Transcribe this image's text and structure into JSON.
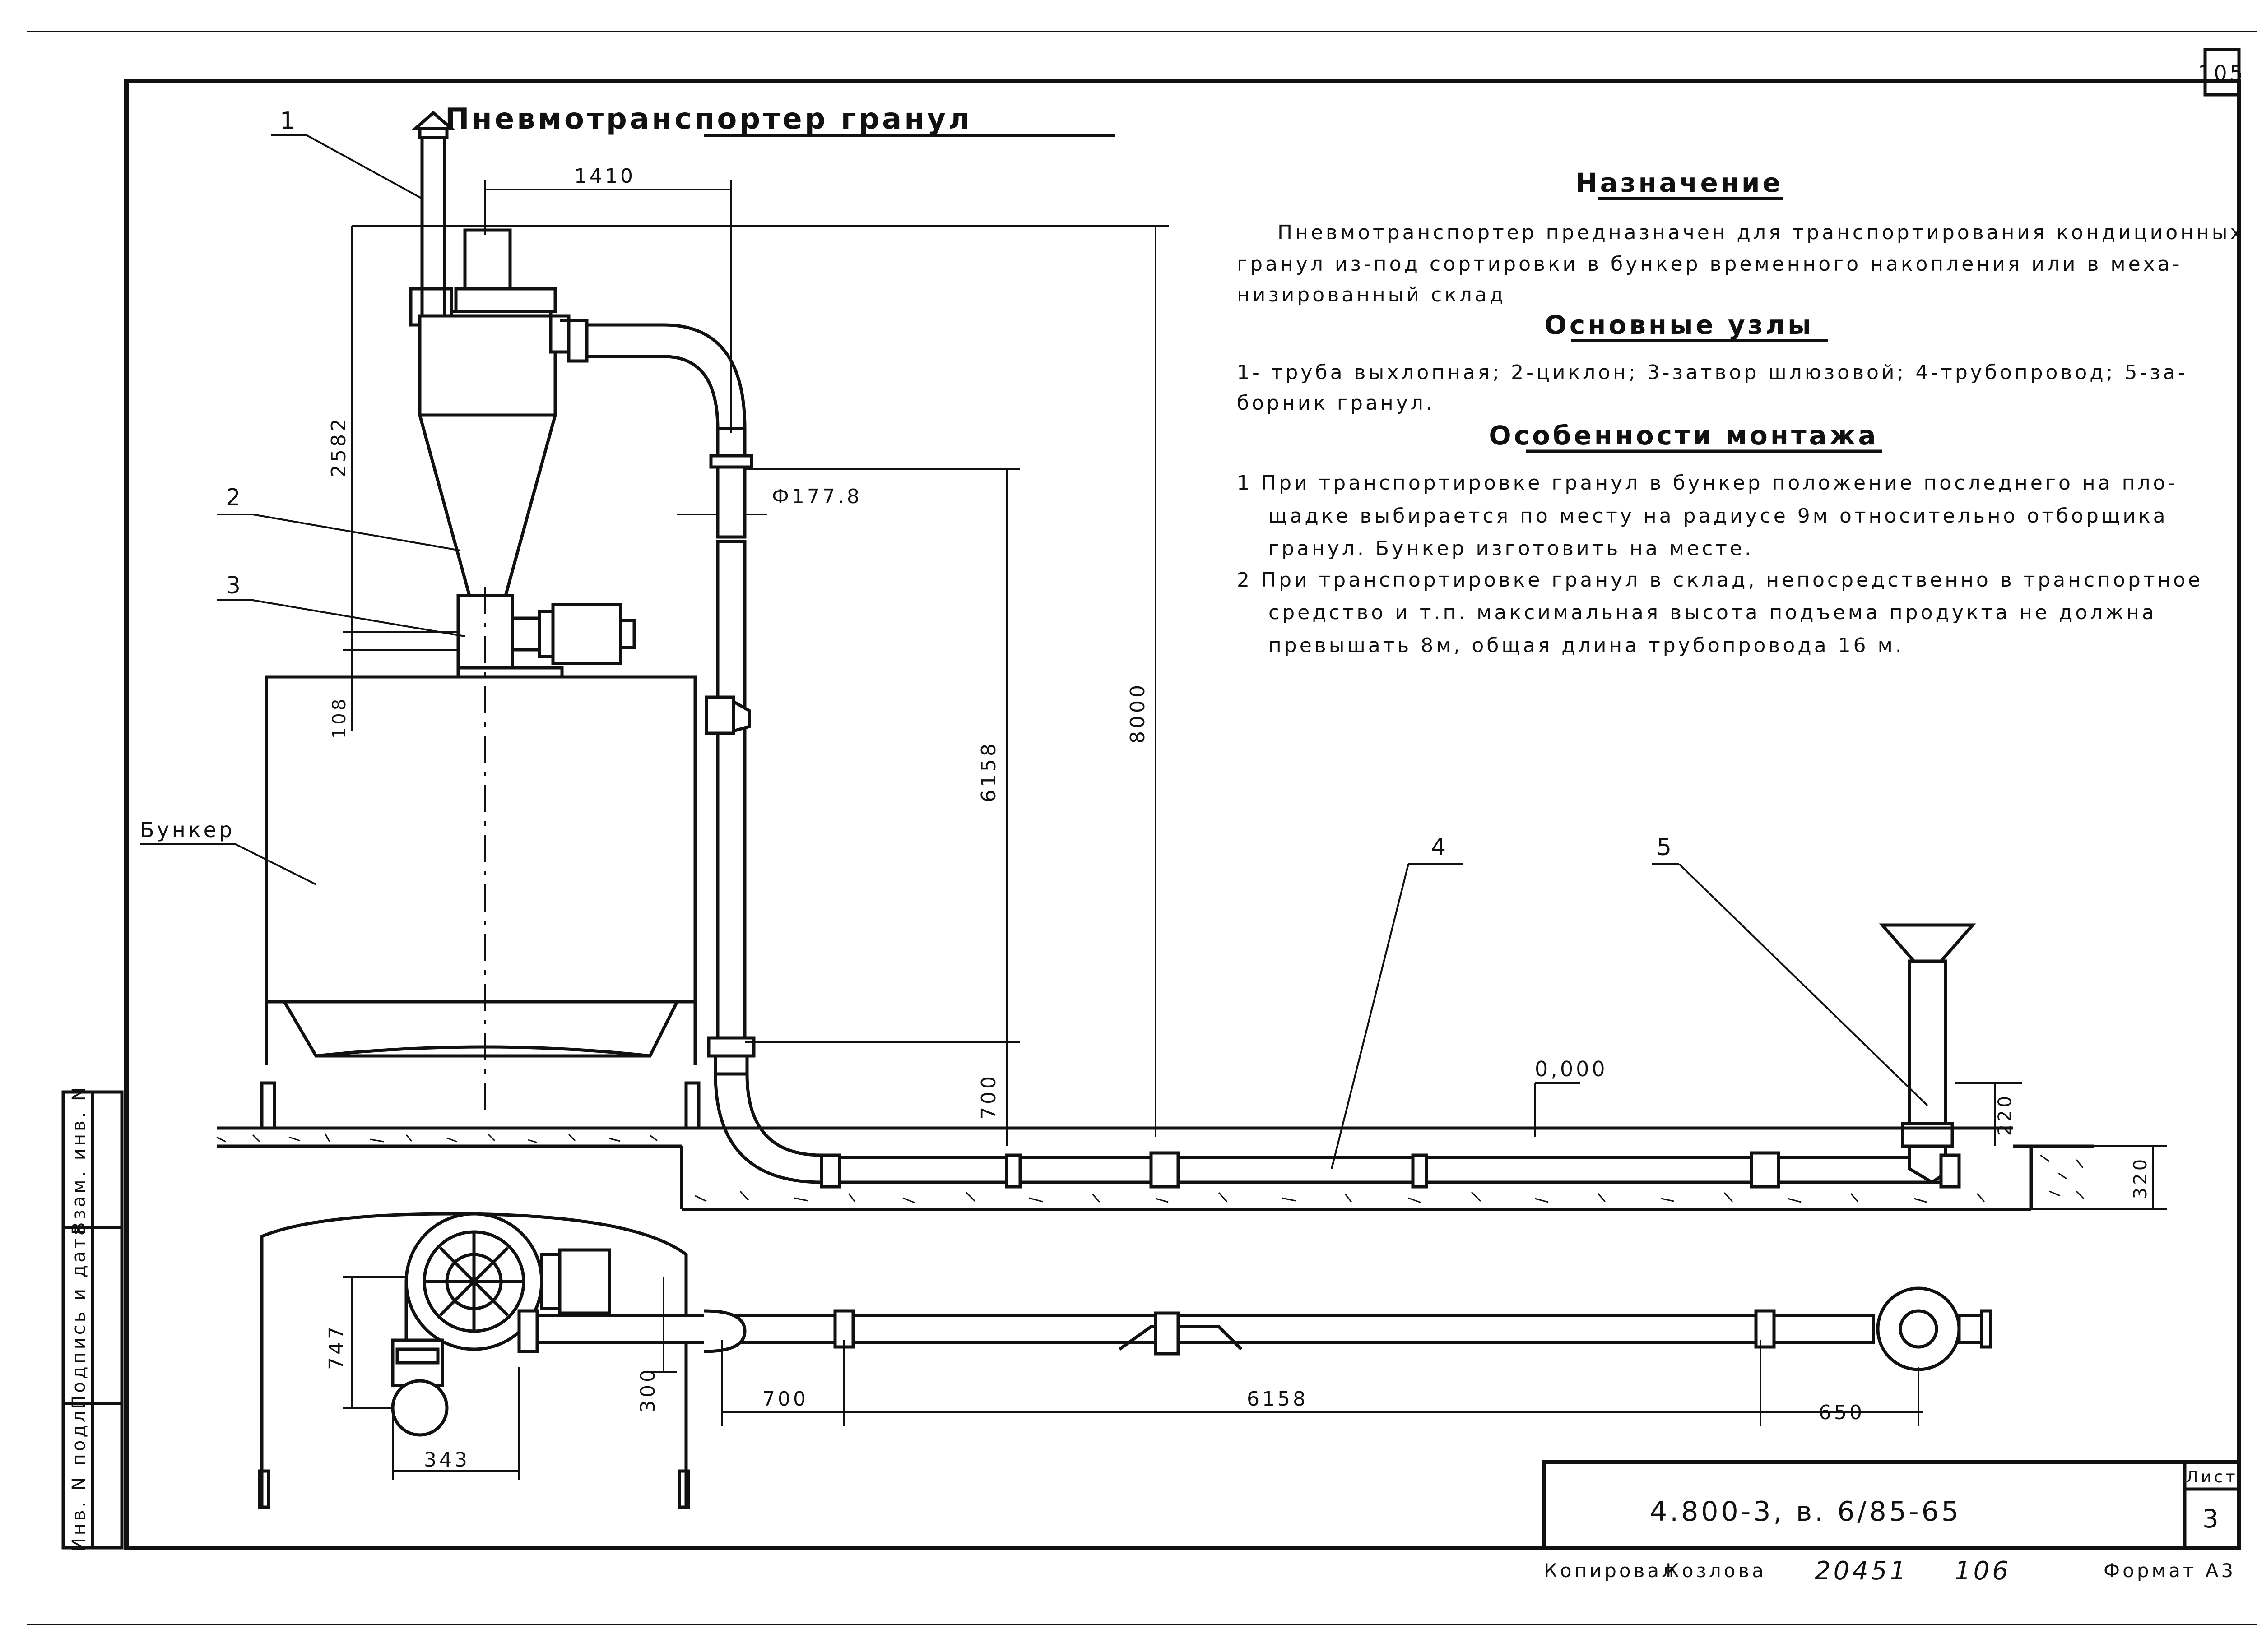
{
  "sheet": {
    "page_number": "105",
    "title": "Пневмотранспортер гранул"
  },
  "purpose": {
    "heading": "Назначение",
    "lines": [
      "Пневмотранспортер предназначен для транспортирования кондиционных",
      "гранул из-под сортировки в бункер временного накопления или в меха-",
      "низированный склад"
    ]
  },
  "units": {
    "heading": "Основные узлы",
    "lines": [
      "1- труба выхлопная; 2-циклон; 3-затвор шлюзовой; 4-трубопровод; 5-за-",
      "борник гранул."
    ]
  },
  "mounting": {
    "heading": "Особенности монтажа",
    "lines": [
      "1 При транспортировке гранул в бункер положение последнего на пло-",
      "щадке выбирается по месту на радиусе 9м относительно отборщика",
      "гранул. Бункер изготовить на месте.",
      "2 При транспортировке гранул в склад, непосредственно в транспортное",
      "средство и т.п. максимальная высота подъема продукта не должна",
      "превышать 8м, общая длина трубопровода 16 м."
    ]
  },
  "callouts": {
    "c1": "1",
    "c2": "2",
    "c3": "3",
    "c4": "4",
    "c5": "5",
    "bunker": "Бункер"
  },
  "dimensions": {
    "d1410": "1410",
    "d2582": "2582",
    "d108": "108",
    "d_pipe": "Ф177.8",
    "d6158_v": "6158",
    "d8000": "8000",
    "d700_v": "700",
    "d_level": "0,000",
    "d220": "220",
    "d320": "320",
    "d747": "747",
    "d300": "300",
    "d343": "343",
    "d700_h": "700",
    "d6158_h": "6158",
    "d650": "650"
  },
  "side_stamp": {
    "cells": [
      "Инв. N подл.",
      "Подпись и дата",
      "Взам. инв. N"
    ]
  },
  "title_block": {
    "code": "4.800-3, в. 6/85-65",
    "sheet_label": "Лист",
    "sheet_number": "3"
  },
  "footer": {
    "copied_label": "Копировал",
    "copied_name": "Козлова",
    "order_number": "20451",
    "order_extra": "106",
    "format": "Формат А3"
  }
}
